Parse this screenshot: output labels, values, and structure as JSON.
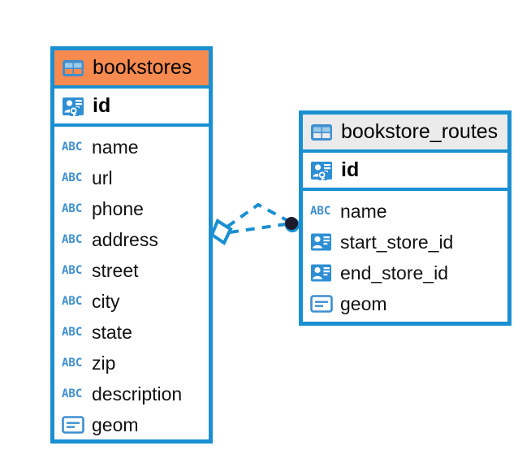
{
  "diagram": {
    "type": "er-diagram",
    "background_color": "#ffffff",
    "accent_color": "#1a8fd1",
    "highlight_color": "#F78A4F",
    "header_grey": "#EBEBEB",
    "icon_blue": "#3E8FD0"
  },
  "entities": [
    {
      "name": "bookstores",
      "header_icon": "table-icon",
      "header_style": "orange",
      "primary_key": {
        "label": "id",
        "icon": "primary-key-icon"
      },
      "fields": [
        {
          "label": "name",
          "icon": "text-type-icon"
        },
        {
          "label": "url",
          "icon": "text-type-icon"
        },
        {
          "label": "phone",
          "icon": "text-type-icon"
        },
        {
          "label": "address",
          "icon": "text-type-icon"
        },
        {
          "label": "street",
          "icon": "text-type-icon"
        },
        {
          "label": "city",
          "icon": "text-type-icon"
        },
        {
          "label": "state",
          "icon": "text-type-icon"
        },
        {
          "label": "zip",
          "icon": "text-type-icon"
        },
        {
          "label": "description",
          "icon": "text-type-icon"
        },
        {
          "label": "geom",
          "icon": "geometry-type-icon"
        }
      ]
    },
    {
      "name": "bookstore_routes",
      "header_icon": "table-icon",
      "header_style": "grey",
      "primary_key": {
        "label": "id",
        "icon": "primary-key-icon"
      },
      "fields": [
        {
          "label": "name",
          "icon": "text-type-icon"
        },
        {
          "label": "start_store_id",
          "icon": "foreign-key-icon"
        },
        {
          "label": "end_store_id",
          "icon": "foreign-key-icon"
        },
        {
          "label": "geom",
          "icon": "geometry-type-icon"
        }
      ]
    }
  ],
  "relationships": [
    {
      "from": "bookstores",
      "to": "bookstore_routes",
      "source_marker": "diamond-marker",
      "target_marker": "dot-marker",
      "line_style": "dashed",
      "color": "#1a8fd1"
    }
  ],
  "icon_glyphs": {
    "text_type": "ABC"
  }
}
